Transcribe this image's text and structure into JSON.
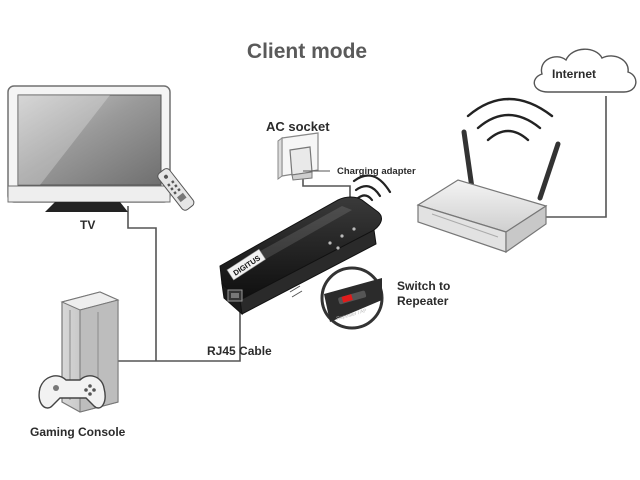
{
  "title": "Client mode",
  "labels": {
    "internet": "Internet",
    "ac_socket": "AC socket",
    "charging_adapter": "Charging adapter",
    "tv": "TV",
    "switch_to_repeater": "Switch to Repeater",
    "rj45_cable": "RJ45 Cable",
    "gaming_console": "Gaming Console"
  },
  "device": {
    "brand": "DIGITUS",
    "switch_text": "Repeater / AP"
  },
  "colors": {
    "text": "#2b2b2b",
    "title": "#5a5a5a",
    "cable": "#555555",
    "switch_indicator": "#e11b1b"
  },
  "icons": [
    "cloud-icon",
    "tv-icon",
    "remote-control-icon",
    "wall-socket-icon",
    "charging-adapter-icon",
    "wifi-signal-icon",
    "router-icon",
    "travel-router-icon",
    "magnifier-icon",
    "gaming-console-icon",
    "gamepad-icon"
  ]
}
